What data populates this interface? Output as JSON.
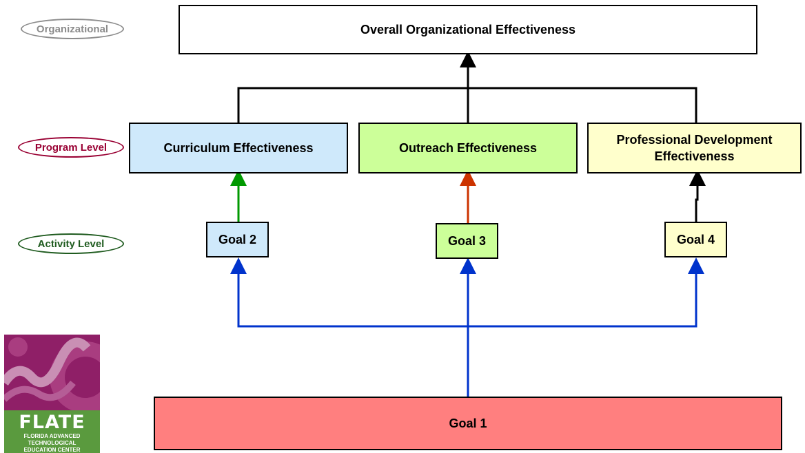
{
  "levels": {
    "organizational": "Organizational",
    "program": "Program Level",
    "activity": "Activity Level"
  },
  "boxes": {
    "overall": "Overall Organizational Effectiveness",
    "curriculum": "Curriculum Effectiveness",
    "outreach": "Outreach Effectiveness",
    "professional_line1": "Professional Development",
    "professional_line2": "Effectiveness",
    "goal2": "Goal 2",
    "goal3": "Goal 3",
    "goal4": "Goal 4",
    "goal1": "Goal 1"
  },
  "logo": {
    "title": "FLATE",
    "line1": "FLORIDA ADVANCED",
    "line2": "TECHNOLOGICAL",
    "line3": "EDUCATION CENTER"
  },
  "colors": {
    "curriculum_fill": "#cfe9fb",
    "outreach_fill": "#ccff99",
    "professional_fill": "#ffffcc",
    "goal1_fill": "#ff7f7f",
    "organizational_tag": "#8c8c8c",
    "program_tag": "#990033",
    "activity_tag": "#1f5b1f",
    "blue_arrow": "#0033cc",
    "green_arrow": "#009900",
    "red_arrow": "#cc3300"
  }
}
